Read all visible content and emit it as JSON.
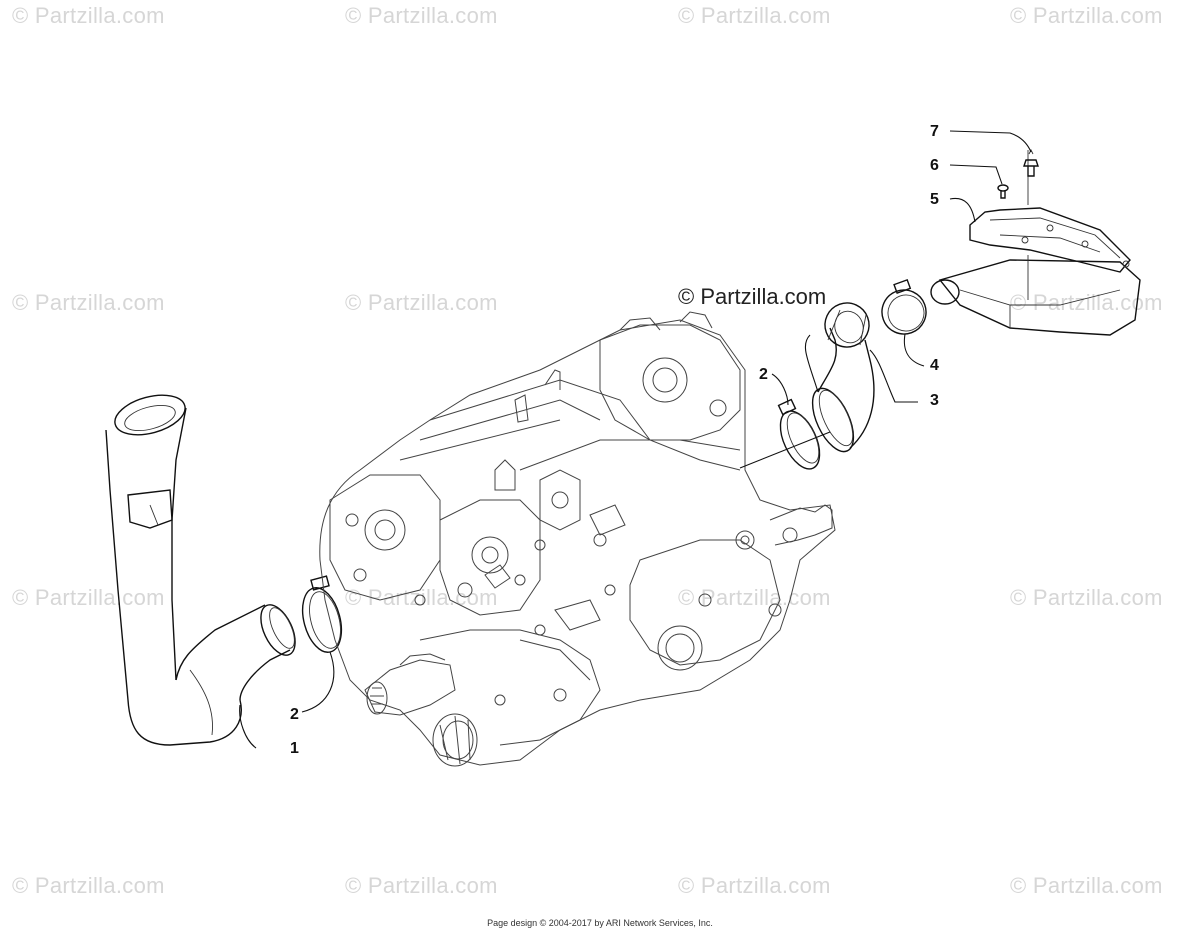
{
  "watermark": {
    "text": "© Partzilla.com"
  },
  "center_watermark": "© Partzilla.com",
  "callouts": {
    "c1": "1",
    "c2a": "2",
    "c2b": "2",
    "c3": "3",
    "c4": "4",
    "c5": "5",
    "c6": "6",
    "c7": "7"
  },
  "footer": "Page design © 2004-2017 by ARI Network Services, Inc."
}
